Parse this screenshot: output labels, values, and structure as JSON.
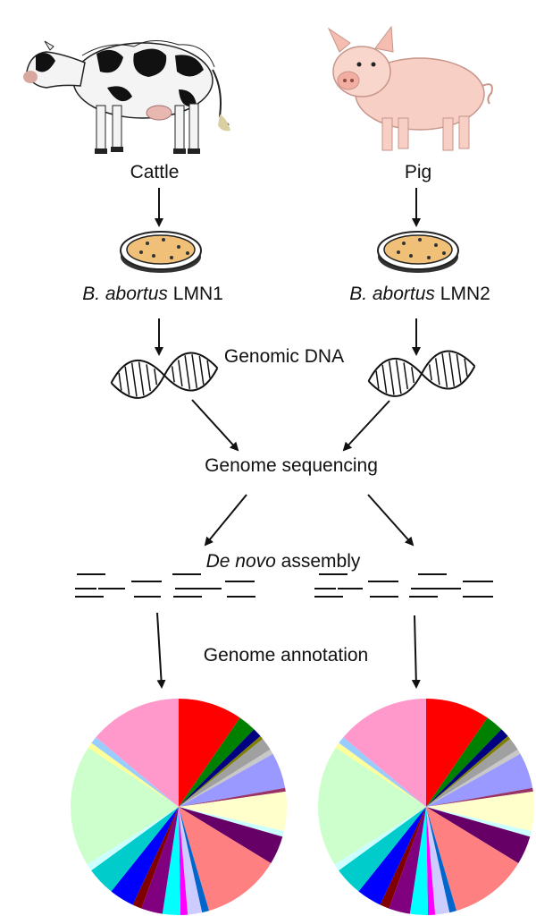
{
  "animals": [
    {
      "label": "Cattle",
      "strain_italic": "B. abortus",
      "strain_name": "LMN1"
    },
    {
      "label": "Pig",
      "strain_italic": "B. abortus",
      "strain_name": "LMN2"
    }
  ],
  "steps": {
    "genomic_dna": "Genomic DNA",
    "sequencing": "Genome sequencing",
    "assembly_italic": "De novo",
    "assembly_rest": " assembly",
    "annotation": "Genome annotation"
  },
  "pie_slices": [
    {
      "value": 9.0,
      "color": "#ff0000"
    },
    {
      "value": 2.5,
      "color": "#008000"
    },
    {
      "value": 1.3,
      "color": "#000080"
    },
    {
      "value": 0.5,
      "color": "#808000"
    },
    {
      "value": 1.8,
      "color": "#a0a0a0"
    },
    {
      "value": 0.7,
      "color": "#c8c8c8"
    },
    {
      "value": 5.0,
      "color": "#9999ff"
    },
    {
      "value": 0.5,
      "color": "#993366"
    },
    {
      "value": 5.5,
      "color": "#ffffcc"
    },
    {
      "value": 0.8,
      "color": "#ccffff"
    },
    {
      "value": 4.0,
      "color": "#660066"
    },
    {
      "value": 11.0,
      "color": "#ff8080"
    },
    {
      "value": 1.0,
      "color": "#0066cc"
    },
    {
      "value": 2.0,
      "color": "#ccccff"
    },
    {
      "value": 1.0,
      "color": "#ff00ff"
    },
    {
      "value": 2.5,
      "color": "#00ffff"
    },
    {
      "value": 3.0,
      "color": "#800080"
    },
    {
      "value": 1.3,
      "color": "#800000"
    },
    {
      "value": 3.5,
      "color": "#0000ff"
    },
    {
      "value": 4.0,
      "color": "#00cccc"
    },
    {
      "value": 1.0,
      "color": "#ccffff"
    },
    {
      "value": 17.0,
      "color": "#ccffcc"
    },
    {
      "value": 0.8,
      "color": "#ffff99"
    },
    {
      "value": 1.0,
      "color": "#99ccff"
    },
    {
      "value": 13.0,
      "color": "#ff99cc"
    }
  ]
}
